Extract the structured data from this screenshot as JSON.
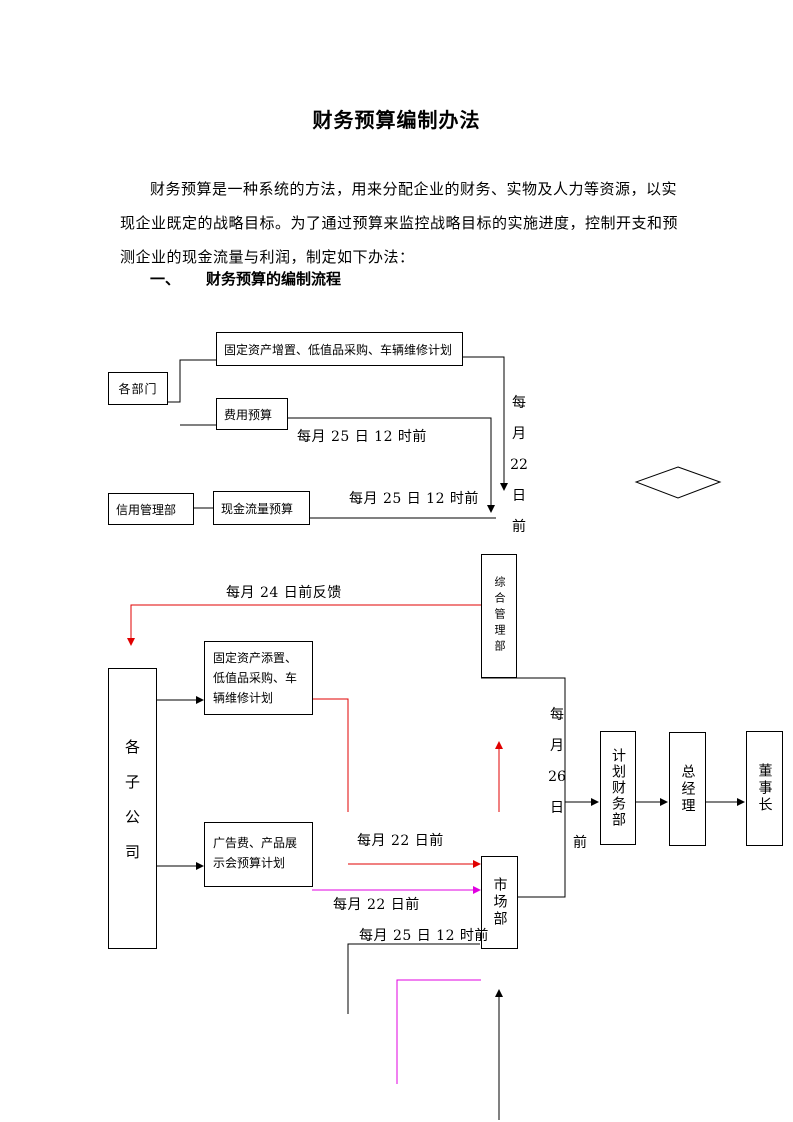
{
  "document": {
    "title": "财务预算编制办法",
    "intro": "财务预算是一种系统的方法，用来分配企业的财务、实物及人力等资源，以实现企业既定的战略目标。为了通过预算来监控战略目标的实施进度，控制开支和预测企业的现金流量与利润，制定如下办法：",
    "section1_num": "一、",
    "section1_title": "财务预算的编制流程"
  },
  "flowchart": {
    "boxes": {
      "fixed_assets_plan": "固定资产增置、低值品采购、车辆维修计划",
      "departments": "各部门",
      "expense_budget": "费用预算",
      "credit_dept": "信用管理部",
      "cashflow_budget": "现金流量预算",
      "general_mgmt": "综合管理部",
      "subsidiaries": "各子公司",
      "sub_fixed_assets": "固定资产添置、低值品采购、车辆维修计划",
      "ad_expense": "广告费、产品展示会预算计划",
      "marketing": "市场部",
      "plan_finance": "计划财务部",
      "general_manager": "总经理",
      "chairman": "董事长"
    },
    "labels": {
      "d25_a": "每月 25 日 12 时前",
      "d25_b": "每月 25 日 12 时前",
      "d22_vertical": "每月22日前",
      "d24_feedback": "每月 24 日前反馈",
      "d26_vertical": "每月26日",
      "d26_tail": "前",
      "d22_red": "每月 22 日前",
      "d22_pink": "每月 22 日前",
      "d25_c": "每月 25 日 12 时前"
    }
  }
}
